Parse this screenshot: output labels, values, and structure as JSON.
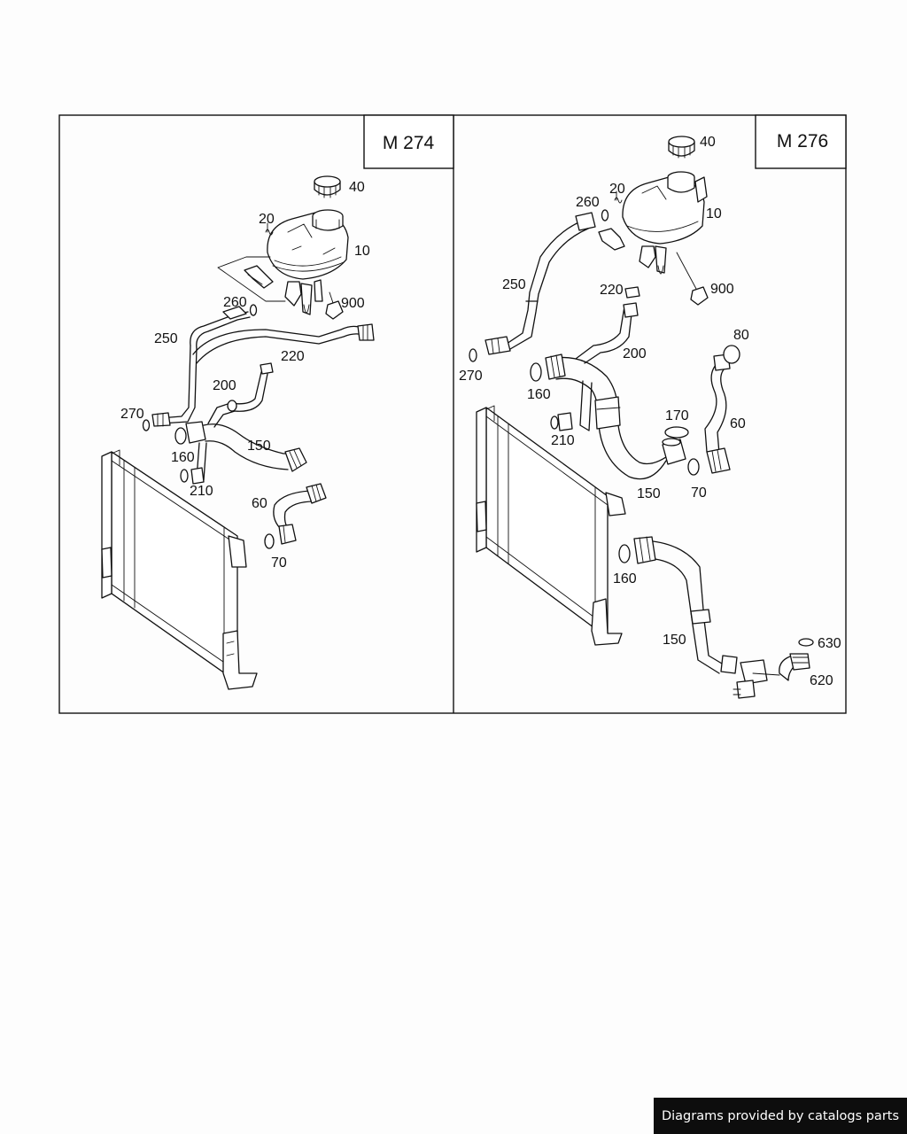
{
  "panels": [
    {
      "title": "M 274",
      "callouts": [
        "40",
        "20",
        "10",
        "900",
        "260",
        "250",
        "220",
        "200",
        "270",
        "150",
        "160",
        "210",
        "60",
        "70"
      ]
    },
    {
      "title": "M 276",
      "callouts": [
        "40",
        "20",
        "260",
        "10",
        "250",
        "220",
        "900",
        "80",
        "270",
        "200",
        "160",
        "170",
        "60",
        "210",
        "150",
        "70",
        "160",
        "150",
        "630",
        "620"
      ]
    }
  ],
  "footer": {
    "text": "Diagrams provided by catalogs parts"
  }
}
